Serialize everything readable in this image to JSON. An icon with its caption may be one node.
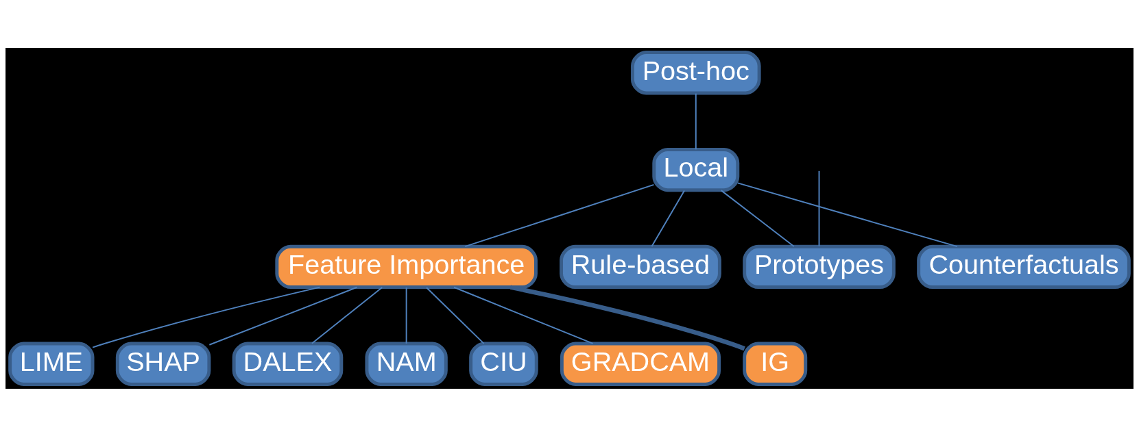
{
  "diagram": {
    "nodes": [
      {
        "text": [
          "Post-hoc"
        ]
      },
      {
        "text": [
          "Local"
        ]
      },
      {
        "text": [
          "Feature Importance"
        ]
      },
      {
        "text": [
          "Rule-based"
        ]
      },
      {
        "text": [
          "Prototypes"
        ]
      },
      {
        "text": [
          "Counterfactuals"
        ]
      },
      {
        "text": [
          "LIME"
        ]
      },
      {
        "text": [
          "SHAP"
        ]
      },
      {
        "text": [
          "DALEX"
        ]
      },
      {
        "text": [
          "NAM"
        ]
      },
      {
        "text": [
          "CIU"
        ]
      },
      {
        "text": [
          "GRADCAM"
        ]
      },
      {
        "text": [
          "IG"
        ]
      }
    ],
    "edges": [
      {
        "from": 0,
        "to": 1,
        "arrow": "none"
      },
      {
        "from": 1,
        "to": 2,
        "arrow": "none"
      },
      {
        "from": 1,
        "to": 3,
        "arrow": "none"
      },
      {
        "from": 1,
        "to": 4,
        "arrow": "none"
      },
      {
        "from": 1,
        "to": 5,
        "arrow": "none"
      },
      {
        "from": null,
        "to": 4,
        "arrow": "none"
      },
      {
        "from": 2,
        "to": 6,
        "arrow": "none"
      },
      {
        "from": 2,
        "to": 7,
        "arrow": "none"
      },
      {
        "from": 2,
        "to": 8,
        "arrow": "none"
      },
      {
        "from": 2,
        "to": 9,
        "arrow": "none"
      },
      {
        "from": 2,
        "to": 10,
        "arrow": "none"
      },
      {
        "from": 2,
        "to": 11,
        "arrow": "none"
      },
      {
        "from": 2,
        "to": 12,
        "arrow": "none",
        "style": "thick",
        "color": "#385d8a"
      }
    ]
  }
}
